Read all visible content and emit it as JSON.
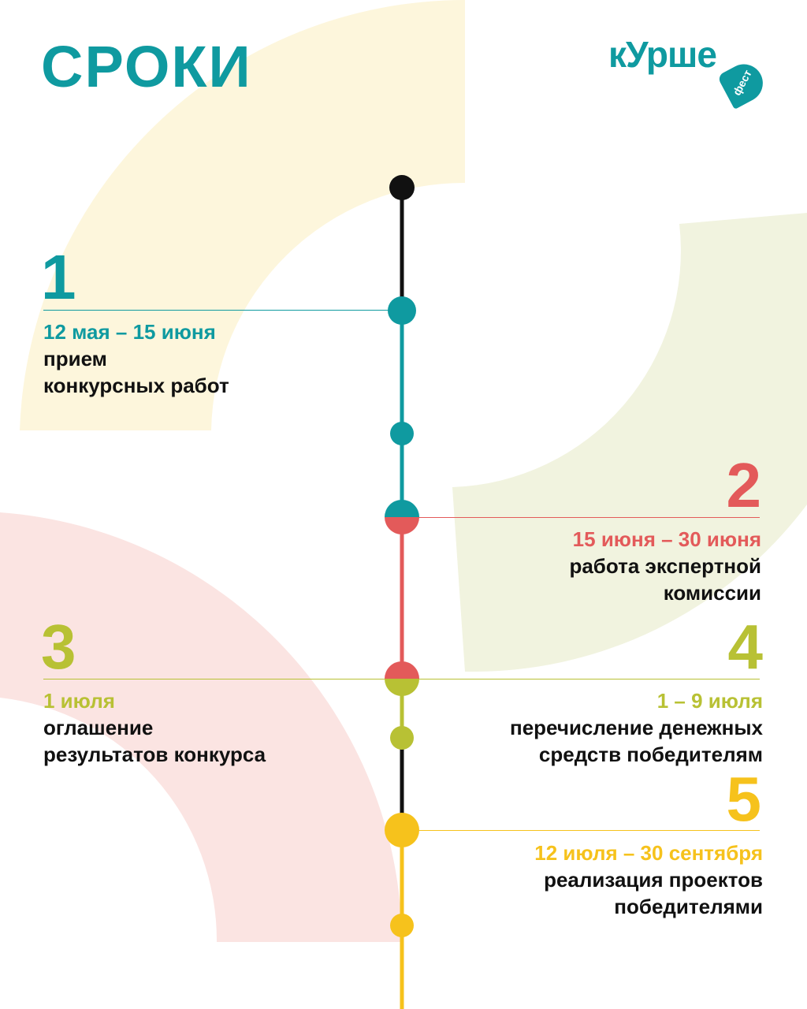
{
  "title": "СРОКИ",
  "logo": {
    "word": "кУрше",
    "badge": "фест"
  },
  "colors": {
    "teal": "#0f9aa0",
    "red": "#e35a5a",
    "olive": "#b8c134",
    "yellow": "#f6c21c",
    "black": "#111111",
    "bg_cream": "#fdf6dc",
    "bg_green": "#f1f3df",
    "bg_pink": "#fbe4e2"
  },
  "steps": [
    {
      "number": "1",
      "dates": "12 мая – 15 июня",
      "description": "прием\nконкурсных работ"
    },
    {
      "number": "2",
      "dates": "15 июня – 30 июня",
      "description": "работа экспертной\nкомиссии"
    },
    {
      "number": "3",
      "dates": "1 июля",
      "description": "оглашение\nрезультатов конкурса"
    },
    {
      "number": "4",
      "dates": "1 – 9 июля",
      "description": "перечисление денежных\nсредств победителям"
    },
    {
      "number": "5",
      "dates": "12 июля – 30 сентября",
      "description": "реализация проектов\nпобедителями"
    }
  ]
}
